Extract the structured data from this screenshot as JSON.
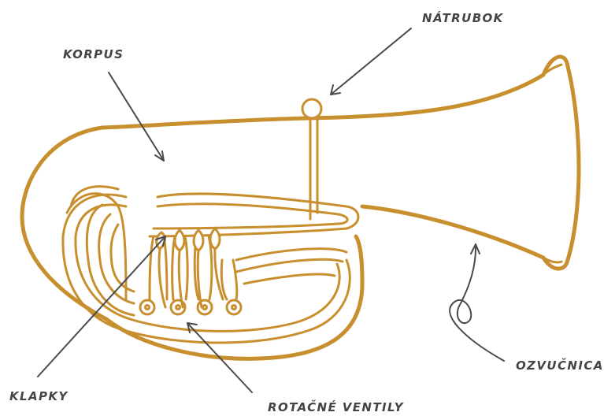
{
  "diagram": {
    "labels": {
      "natrubok": "NÁTRUBOK",
      "korpus": "KORPUS",
      "ozvucnica": "OZVUČNICA",
      "klapky": "KLAPKY",
      "rotacne_ventily": "ROTAČNÉ VENTILY"
    },
    "colors": {
      "brass": "#C88F2F",
      "pointer": "#4a4a4a",
      "text": "#444444",
      "background": "#ffffff"
    }
  }
}
